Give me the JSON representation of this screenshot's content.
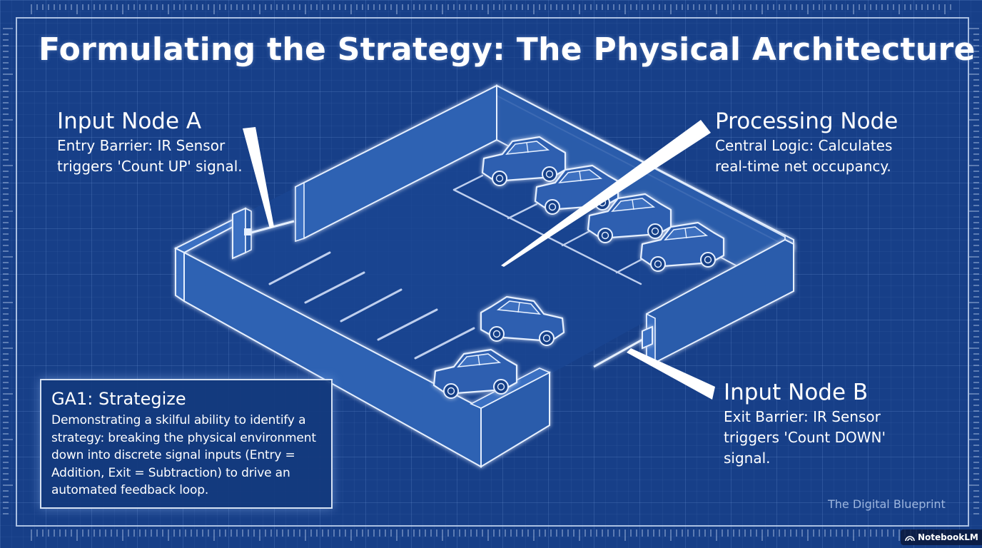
{
  "title": "Formulating the Strategy: The Physical Architecture",
  "nodes": {
    "input_a": {
      "heading": "Input Node A",
      "line1": "Entry Barrier: IR Sensor",
      "line2": "triggers 'Count UP' signal."
    },
    "processing": {
      "heading": "Processing Node",
      "line1": "Central Logic: Calculates",
      "line2": "real-time net occupancy."
    },
    "input_b": {
      "heading": "Input Node B",
      "line1": "Exit Barrier: IR Sensor",
      "line2": "triggers 'Count DOWN'",
      "line3": "signal."
    }
  },
  "callout": {
    "title": "GA1: Strategize",
    "lines": [
      "Demonstrating a skilful ability to identify a",
      "strategy: breaking the physical environment",
      "down into discrete signal inputs (Entry =",
      "Addition, Exit = Subtraction) to drive an",
      "automated feedback loop."
    ]
  },
  "branding": "The Digital Blueprint",
  "watermark": "NotebookLM",
  "colors": {
    "background": "#173f88",
    "line": "#e6f0ff",
    "wall_fill": "#2a5cab"
  }
}
